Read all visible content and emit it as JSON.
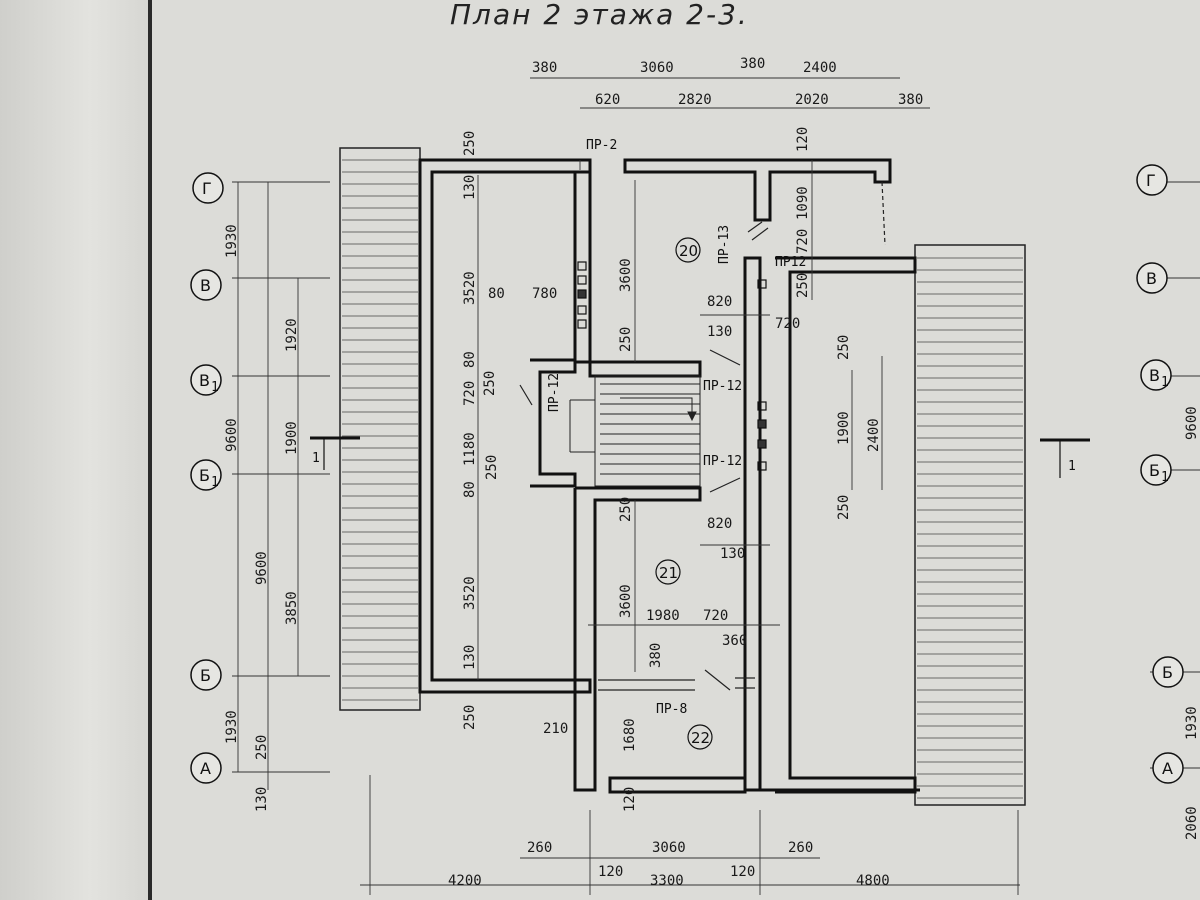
{
  "title": "План 2 этажа 2-3.",
  "axes_left": {
    "g": "Г",
    "v": "В",
    "v1": "В",
    "v1_sub": "1",
    "b1": "Б",
    "b1_sub": "1",
    "b": "Б",
    "a": "А"
  },
  "axes_right": {
    "g": "Г",
    "v": "В",
    "v1": "В",
    "v1_sub": "1",
    "b1": "Б",
    "b1_sub": "1",
    "b": "Б",
    "a": "А"
  },
  "rooms": {
    "r20": "20",
    "r21": "21",
    "r22": "22"
  },
  "openings": {
    "pr2": "ПР-2",
    "pr13": "ПР-13",
    "pr12_a": "ПР12",
    "pr12_left": "ПР-12",
    "pr12_b": "ПР-12",
    "pr12_c": "ПР-12",
    "pr8": "ПР-8"
  },
  "section_mark": "1",
  "dims_top": {
    "d380a": "380",
    "d3060": "3060",
    "d380b": "380",
    "d2400": "2400",
    "d620": "620",
    "d2820": "2820",
    "d2020": "2020",
    "d380c": "380"
  },
  "dims_left": {
    "d1930a": "1930",
    "d9600a": "9600",
    "d1930b": "1930",
    "d250a": "250",
    "d130a": "130",
    "d9600b": "9600",
    "d1920": "1920",
    "d1900": "1900",
    "d3850": "3850"
  },
  "dims_interior": {
    "d250_top": "250",
    "d130_top": "130",
    "d3520a": "3520",
    "d80a": "80",
    "d780": "780",
    "d80b": "80",
    "d720a": "720",
    "d250b": "250",
    "d1180": "1180",
    "d250c": "250",
    "d80c": "80",
    "d3520b": "3520",
    "d130b": "130",
    "d250d": "250",
    "d3600a": "3600",
    "d250e": "250",
    "d820a": "820",
    "d130c": "130",
    "d720b": "720",
    "d250f": "250",
    "d3600b": "3600",
    "d820b": "820",
    "d130d": "130",
    "d1980": "1980",
    "d720c": "720",
    "d360": "360",
    "d380d": "380",
    "d210": "210",
    "d1680": "1680",
    "d120a": "120",
    "d120b": "120",
    "d1090": "1090",
    "d720d": "720",
    "d250g": "250",
    "d250h": "250",
    "d1900b": "1900",
    "d2400b": "2400",
    "d250i": "250"
  },
  "dims_bottom": {
    "d260a": "260",
    "d3060": "3060",
    "d260b": "260",
    "d4200": "4200",
    "d120a": "120",
    "d3300": "3300",
    "d120b": "120",
    "d4800": "4800"
  },
  "dims_right_cut": {
    "d9600": "9600",
    "d1930": "1930",
    "d2060": "2060"
  },
  "colors": {
    "ink": "#1a1a1a",
    "paper": "#dcdcd8",
    "wall": "#111111"
  }
}
